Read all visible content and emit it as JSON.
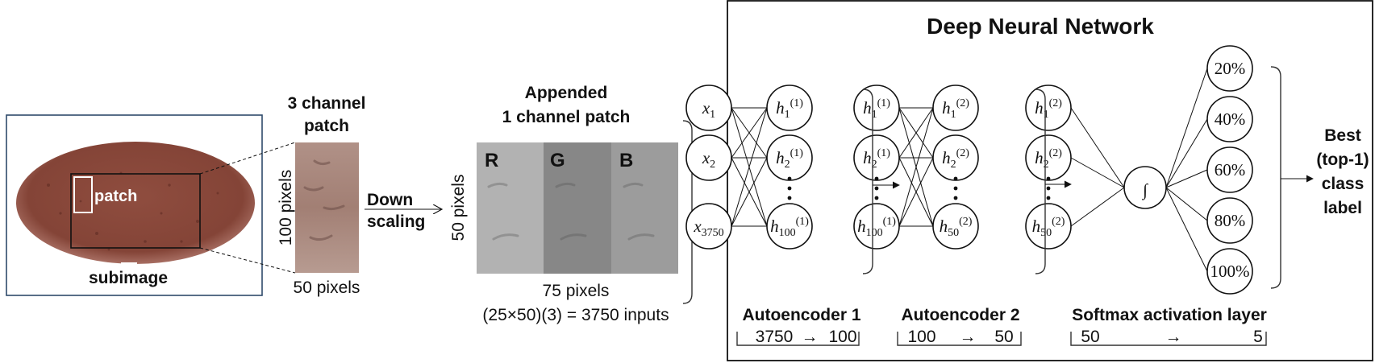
{
  "subimage": {
    "patch_label": "patch",
    "caption": "subimage"
  },
  "rgb_patch": {
    "title_line1": "3 channel",
    "title_line2": "patch",
    "height_label": "100 pixels",
    "width_label": "50 pixels"
  },
  "downscaling": {
    "line1": "Down",
    "line2": "scaling"
  },
  "gray_patch": {
    "title_line1": "Appended",
    "title_line2": "1 channel patch",
    "channels": [
      "R",
      "G",
      "B"
    ],
    "height_label": "50 pixels",
    "width_label": "75 pixels",
    "inputs_formula": "(25×50)(3) = 3750 inputs"
  },
  "network": {
    "title": "Deep Neural Network",
    "layer_input": {
      "nodes": [
        {
          "base": "x",
          "sub": "1",
          "sup": ""
        },
        {
          "base": "x",
          "sub": "2",
          "sup": ""
        },
        {
          "base": "x",
          "sub": "3750",
          "sup": ""
        }
      ]
    },
    "layer_h1": {
      "nodes": [
        {
          "base": "h",
          "sub": "1",
          "sup": "(1)"
        },
        {
          "base": "h",
          "sub": "2",
          "sup": "(1)"
        },
        {
          "base": "h",
          "sub": "100",
          "sup": "(1)"
        }
      ]
    },
    "layer_h1_copy": {
      "nodes": [
        {
          "base": "h",
          "sub": "1",
          "sup": "(1)"
        },
        {
          "base": "h",
          "sub": "2",
          "sup": "(1)"
        },
        {
          "base": "h",
          "sub": "100",
          "sup": "(1)"
        }
      ]
    },
    "layer_h2": {
      "nodes": [
        {
          "base": "h",
          "sub": "1",
          "sup": "(2)"
        },
        {
          "base": "h",
          "sub": "2",
          "sup": "(2)"
        },
        {
          "base": "h",
          "sub": "50",
          "sup": "(2)"
        }
      ]
    },
    "layer_h2_copy": {
      "nodes": [
        {
          "base": "h",
          "sub": "1",
          "sup": "(2)"
        },
        {
          "base": "h",
          "sub": "2",
          "sup": "(2)"
        },
        {
          "base": "h",
          "sub": "50",
          "sup": "(2)"
        }
      ]
    },
    "softmax_symbol": "∫",
    "outputs": [
      "20%",
      "40%",
      "60%",
      "80%",
      "100%"
    ],
    "result_label": [
      "Best",
      "(top-1)",
      "class",
      "label"
    ],
    "sections": [
      {
        "title": "Autoencoder 1",
        "from": "3750",
        "to": "100"
      },
      {
        "title": "Autoencoder 2",
        "from": "100",
        "to": "50"
      },
      {
        "title": "Softmax activation layer",
        "from": "50",
        "to": "5"
      }
    ],
    "arrow_glyph": "→"
  },
  "colors": {
    "subimage_frame": "#2e4a6b",
    "egg_fill": "#8a4a3c",
    "egg_edge": "#b98378"
  }
}
